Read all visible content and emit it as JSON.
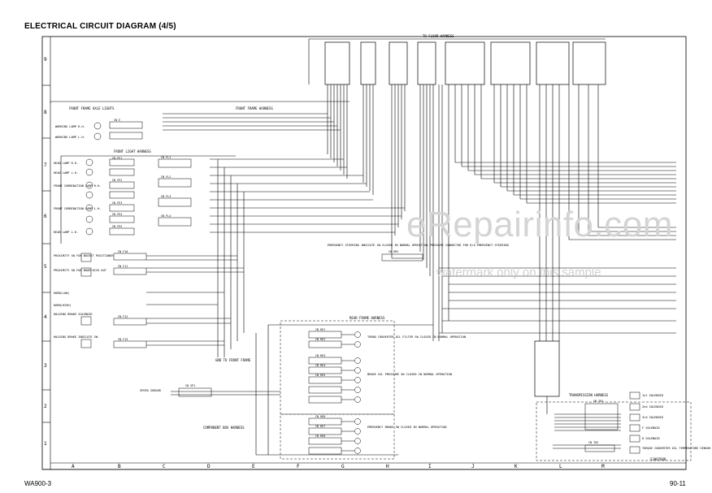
{
  "page": {
    "title": "ELECTRICAL CIRCUIT DIAGRAM (4/5)",
    "model": "WA900-3",
    "page_number": "90-11",
    "watermark_main": "eRepairinfo.com",
    "watermark_sub": "watermark only on this sample"
  },
  "grid": {
    "rows": [
      "9",
      "8",
      "7",
      "6",
      "5",
      "4",
      "3",
      "2",
      "1"
    ],
    "columns": [
      "A",
      "B",
      "C",
      "D",
      "E",
      "F",
      "G",
      "H",
      "I",
      "J",
      "K",
      "L",
      "M"
    ]
  },
  "harnesses": {
    "floor": "TO FLOOR HARNESS",
    "front_frame": "FRONT FRAME HARNESS",
    "front_light": "FRONT LIGHT HARNESS",
    "rear_frame": "REAR FRAME HARNESS",
    "transmission": "TRANSMISSION HARNESS",
    "component_box": "COMPONENT BOX HARNESS"
  },
  "groups": {
    "axle_lights": "FRONT FRAME AXLE LIGHTS",
    "gnd": "GND TO FRONT FRAME"
  },
  "components": {
    "working_lamp_rh": "WORKING LAMP R.H.",
    "working_lamp_lh": "WORKING LAMP L.H.",
    "head_lamp_rh": "HEAD LAMP R.H.",
    "head_lamp_lh": "HEAD LAMP L.H.",
    "front_combi_rh": "FRONT COMBINATION LAMP R.H.",
    "front_combi_lh": "FRONT COMBINATION LAMP L.H.",
    "rear_lamp": "REAR LAMP L.H.",
    "prox_bucket": "PROXIMITY SW FOR BUCKET POSITIONER",
    "prox_kickout": "PROXIMITY SW FOR BOOM KICK OUT",
    "horn_low": "HORN(LOW)",
    "horn_high": "HORN(HIGH)",
    "holding_brake_sol": "HOLDING BRAKE SOLENOID",
    "holding_brake_ind": "HOLDING BRAKE INDICATE SW.",
    "speed_sensor": "SPEED SENSOR",
    "emergency_steering": "EMERGENCY STEERING INDICATE SW CLOSED IN NORMAL OPERATION PRESSURE CONNECTOR FOR R/O EMERGENCY STEERING",
    "torque_conv": "TORQUE CONVERTER OIL TEMPERATURE SENSOR",
    "sol_1st": "1st SOLENOID",
    "sol_2nd": "2nd SOLENOID",
    "sol_3rd": "3rd SOLENOID",
    "sol_f": "F SOLENOID",
    "sol_r": "R SOLENOID"
  },
  "rear_notes": {
    "n1": "TURBO CONVERTER OIL FILTER SW CLOSED IN NORMAL OPERATION",
    "n2": "BRAKE OIL PRESSURE SW CLOSED IN NORMAL OPERATION",
    "n3": "EMERGENCY BRAKE SW CLOSED IN NORMAL OPERATION"
  },
  "connectors": {
    "c_e": "CN E",
    "c_fe1": "CN FE1",
    "c_fe2": "CN FE2",
    "c_fe3": "CN FE3",
    "c_fe4": "CN FE4",
    "c_fe5": "CN FE5",
    "c_fl1": "CN FL1",
    "c_fl2": "CN FL2",
    "c_fl3": "CN FL3",
    "c_fl4": "CN FL4",
    "c_f10": "CN F10",
    "c_f11": "CN F11",
    "c_f12": "CN F12",
    "c_f13": "CN F13",
    "c_r1": "CN RE1",
    "c_r2": "CN RE2",
    "c_r3": "CN RE3",
    "c_r4": "CN RE4",
    "c_r5": "CN RE5",
    "c_r6": "CN RE6",
    "c_r7": "CN RE7",
    "c_r8": "CN RE8",
    "c_sp": "CN SP1",
    "c_t1": "CN T01",
    "c_t2": "CN T02",
    "c_em": "CN EM1"
  },
  "drawing_code": "SJH07688"
}
